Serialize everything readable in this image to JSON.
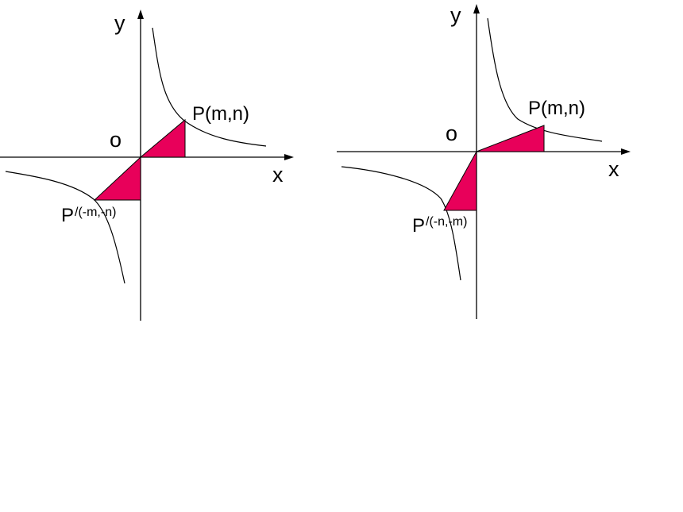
{
  "colors": {
    "triangle_fill": "#e8005a",
    "line": "#000000",
    "background": "#ffffff"
  },
  "left_figure": {
    "axis_x_label": "x",
    "axis_y_label": "y",
    "origin_label": "o",
    "point_label": "P(m,n)",
    "reflected_point_main": "P",
    "reflected_point_sup": "/(-m,-n)"
  },
  "right_figure": {
    "axis_x_label": "x",
    "axis_y_label": "y",
    "origin_label": "o",
    "point_label": "P(m,n)",
    "reflected_point_main": "P",
    "reflected_point_sup": "/(-n,-m)"
  }
}
